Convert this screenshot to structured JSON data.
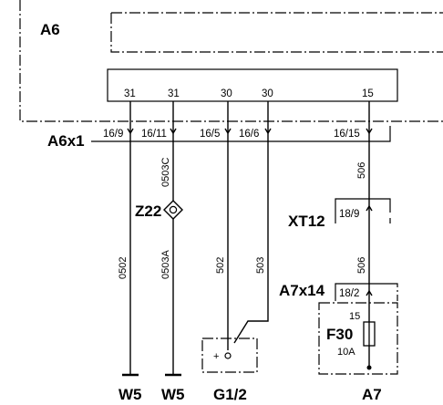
{
  "components": {
    "a6": "A6",
    "a6x1": "A6x1",
    "z22": "Z22",
    "xt12": "XT12",
    "a7x14": "A7x14",
    "f30": "F30",
    "f30_rating": "10A",
    "f30_pin": "15"
  },
  "a6_pins": [
    "31",
    "31",
    "30",
    "30",
    "15"
  ],
  "a6x1_pins": [
    "16/9",
    "16/11",
    "16/5",
    "16/6",
    "16/15"
  ],
  "wires": [
    "0502",
    "0503A",
    "0503C",
    "502",
    "503",
    "506",
    "506"
  ],
  "xt12_pin": "18/9",
  "a7x14_pin": "18/2",
  "grounds": [
    "W5",
    "W5"
  ],
  "g12": "G1/2",
  "g12_plus": "+",
  "a7": "A7"
}
